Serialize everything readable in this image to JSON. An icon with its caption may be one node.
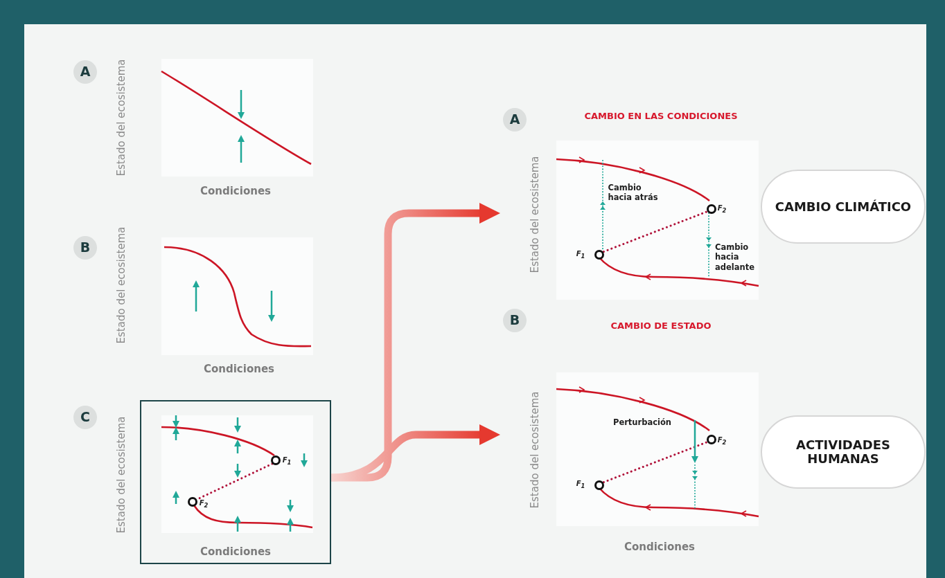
{
  "diagram": {
    "nodes": [
      {
        "text": [
          "A",
          "Estado del ecosistema",
          "Condiciones"
        ]
      },
      {
        "text": [
          "B",
          "Estado del ecosistema",
          "Condiciones"
        ]
      },
      {
        "text": [
          "C",
          "Estado del ecosistema",
          "F$_{1}$",
          "F$_{2}$",
          "Condiciones"
        ]
      },
      {
        "text": [
          "A",
          "CAMBIO EN LAS CONDICIONES",
          "Estado del ecosistema",
          "Cambio hacia atrás",
          "F$_{2}$",
          "F$_{1}$",
          "Cambio hacia adelante"
        ]
      },
      {
        "text": [
          "B",
          "CAMBIO DE ESTADO",
          "Estado del ecosistema",
          "Perturbación",
          "F$_{2}$",
          "F$_{1}$",
          "Condiciones"
        ]
      },
      {
        "text": [
          "CAMBIO CLIMÁTICO"
        ]
      },
      {
        "text": [
          "ACTIVIDADES HUMANAS"
        ]
      }
    ],
    "edges": [
      {
        "from": 2,
        "to": 3,
        "arrow": "to"
      },
      {
        "from": 2,
        "to": 4,
        "arrow": "to"
      }
    ]
  }
}
